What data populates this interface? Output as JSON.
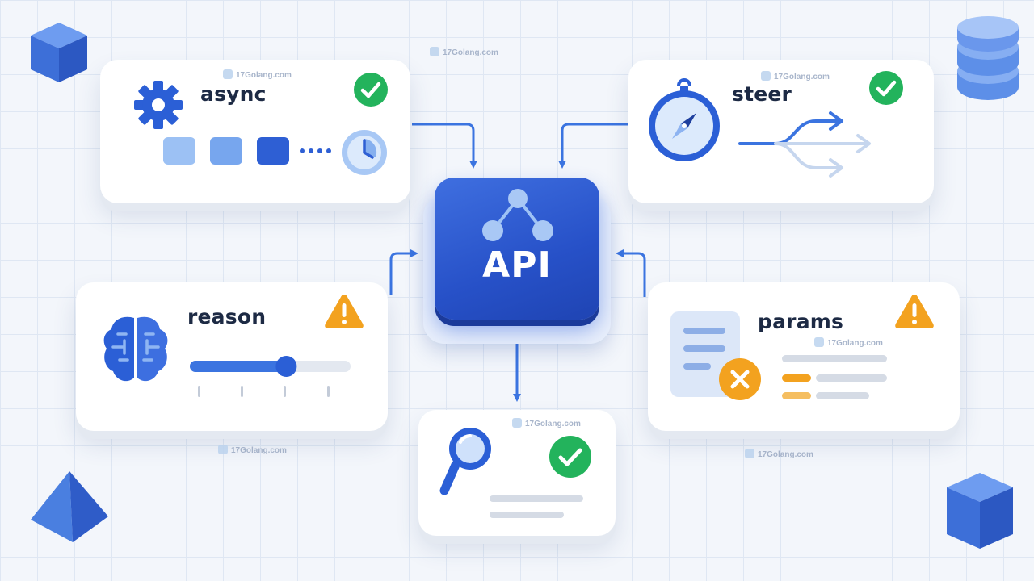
{
  "hub": {
    "label": "API"
  },
  "cards": {
    "async": {
      "label": "async",
      "status": "ok"
    },
    "steer": {
      "label": "steer",
      "status": "ok"
    },
    "reason": {
      "label": "reason",
      "status": "warning"
    },
    "params": {
      "label": "params",
      "status": "warning"
    },
    "search": {
      "status": "ok"
    }
  },
  "reason_slider": {
    "level": 0.6
  },
  "watermark": "17Golang.com",
  "colors": {
    "primary": "#2751c8",
    "accent_blue": "#3b74e0",
    "light_blue": "#a9c8f5",
    "success": "#23b35c",
    "warning": "#f3a21f",
    "text": "#1d2a44",
    "placeholder": "#d5dbe5"
  },
  "icons": {
    "async": "gear-icon",
    "steer": "compass-icon",
    "reason": "brain-icon",
    "params": "document-icon",
    "search": "magnifier-icon",
    "hub": "network-nodes-icon"
  }
}
